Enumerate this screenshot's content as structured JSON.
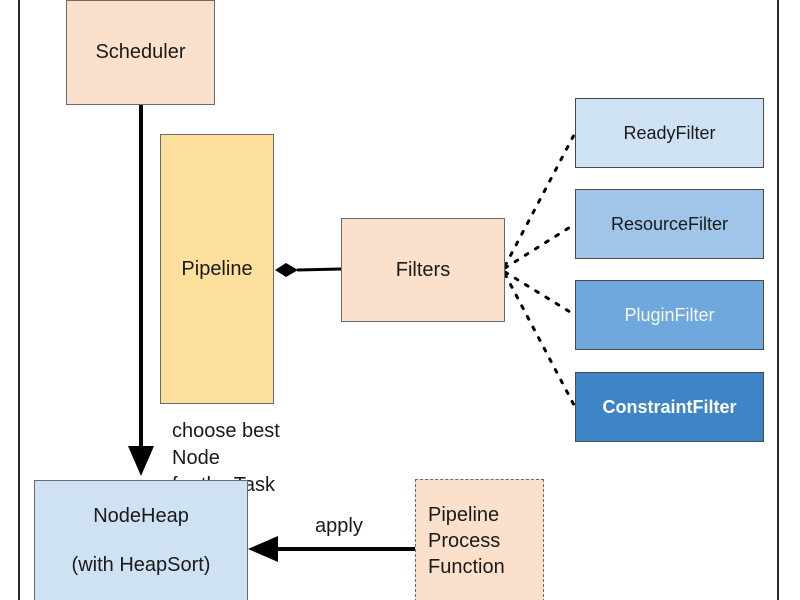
{
  "nodes": {
    "scheduler": "Scheduler",
    "pipeline": "Pipeline",
    "filters": "Filters",
    "nodeheap": [
      "NodeHeap",
      "(with HeapSort)"
    ],
    "pipeline_process_function": [
      "Pipeline",
      "Process",
      "Function"
    ]
  },
  "filters": [
    "ReadyFilter",
    "ResourceFilter",
    "PluginFilter",
    "ConstraintFilter"
  ],
  "edge_labels": {
    "choose_best": [
      "choose best",
      "Node",
      "for the Task"
    ],
    "apply": "apply"
  },
  "colors": {
    "peach": "#fbe1cb",
    "yellow": "#fde09b",
    "light_blue": "#cfe2f3",
    "blue_1": "#9fc5e8",
    "blue_2": "#6fa8dc",
    "blue_3": "#3d85c6"
  }
}
